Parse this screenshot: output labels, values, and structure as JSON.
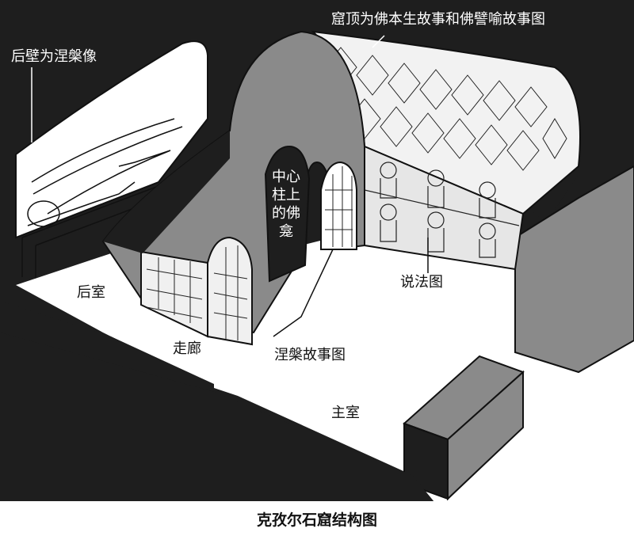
{
  "figure": {
    "caption": "克孜尔石窟结构图"
  },
  "labels": {
    "rear_wall": "后壁为涅槃像",
    "vault": "窟顶为佛本生故事和佛譬喻故事图",
    "niche_col1": "中心",
    "niche_col2": "柱上",
    "niche_col3": "的佛",
    "niche_col4": "龛",
    "preaching": "说法图",
    "rear_chamber": "后室",
    "corridor": "走廊",
    "nirvana_story": "涅槃故事图",
    "main_chamber": "主室"
  },
  "colors": {
    "background_dark": "#1e1e1e",
    "wall_gray": "#8a8a8a",
    "floor_white": "#ffffff",
    "line": "#111111"
  }
}
